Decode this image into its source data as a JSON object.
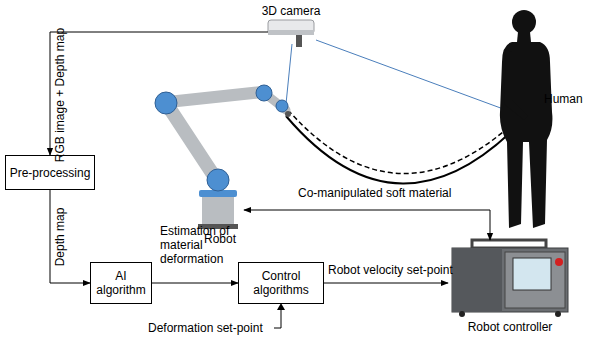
{
  "diagram": {
    "nodes": [
      {
        "text": [
          "3D camera"
        ]
      },
      {
        "text": [
          "Pre-processing"
        ]
      },
      {
        "text": [
          "Robot"
        ]
      },
      {
        "text": [
          "Human"
        ]
      },
      {
        "text": [
          "AI algorithm"
        ]
      },
      {
        "text": [
          "Control algorithms"
        ]
      },
      {
        "text": [
          "Robot controller"
        ]
      }
    ],
    "edges": [
      {
        "from": 0,
        "to": 1,
        "label": "RGB image + Depth map",
        "arrow": "to"
      },
      {
        "from": 1,
        "to": 4,
        "label": "Depth map",
        "arrow": "to"
      },
      {
        "from": 4,
        "to": 5,
        "label": "Estimation of material deformation",
        "arrow": "to"
      },
      {
        "from": 5,
        "to": 6,
        "label": "Robot velocity set-point",
        "arrow": "to"
      },
      {
        "from": 6,
        "to": 2,
        "arrow": "both"
      }
    ],
    "labels": [
      "Co-manipulated soft material",
      "Deformation set-point"
    ]
  }
}
